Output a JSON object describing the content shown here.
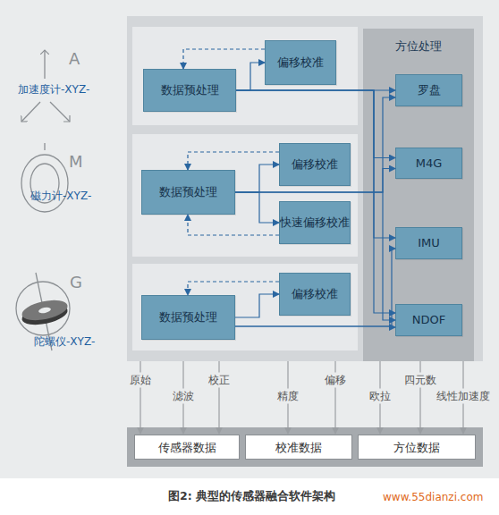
{
  "diagram": {
    "caption": "图2: 典型的传感器融合软件架构",
    "nodes": [
      {
        "text": [
          "数据预处理"
        ]
      },
      {
        "text": [
          "偏移校准"
        ]
      },
      {
        "text": [
          "数据预处理"
        ]
      },
      {
        "text": [
          "偏移校准"
        ]
      },
      {
        "text": [
          "快速偏移校准"
        ]
      },
      {
        "text": [
          "数据预处理"
        ]
      },
      {
        "text": [
          "偏移校准"
        ]
      },
      {
        "text": [
          "方位处理"
        ]
      },
      {
        "text": [
          "罗盘"
        ],
        "in": 7
      },
      {
        "text": [
          "M4G"
        ],
        "in": 7
      },
      {
        "text": [
          "IMU"
        ],
        "in": 7
      },
      {
        "text": [
          "NDOF"
        ],
        "in": 7
      },
      {
        "text": [
          "传感器数据"
        ]
      },
      {
        "text": [
          "校准数据"
        ]
      },
      {
        "text": [
          "方位数据"
        ]
      }
    ],
    "edges": [
      {
        "from": 0,
        "to": 1,
        "arrow": "to"
      },
      {
        "from": 1,
        "to": 0,
        "arrow": "to"
      },
      {
        "from": 0,
        "to": 8,
        "arrow": "to"
      },
      {
        "from": 0,
        "to": 9,
        "arrow": "to"
      },
      {
        "from": 0,
        "to": 10,
        "arrow": "to"
      },
      {
        "from": 0,
        "to": 11,
        "arrow": "to"
      },
      {
        "from": 2,
        "to": 3,
        "arrow": "to"
      },
      {
        "from": 3,
        "to": 2,
        "arrow": "to"
      },
      {
        "from": 2,
        "to": 4,
        "arrow": "to"
      },
      {
        "from": 4,
        "to": 2,
        "arrow": "to"
      },
      {
        "from": 2,
        "to": 8,
        "arrow": "to"
      },
      {
        "from": 2,
        "to": 9,
        "arrow": "to"
      },
      {
        "from": 2,
        "to": 11,
        "arrow": "to"
      },
      {
        "from": 5,
        "to": 6,
        "arrow": "to"
      },
      {
        "from": 6,
        "to": 5,
        "arrow": "to"
      },
      {
        "from": 5,
        "to": 10,
        "arrow": "to"
      },
      {
        "from": 5,
        "to": 11,
        "arrow": "to"
      },
      {
        "from": 7,
        "to": 14,
        "label": "欧拉",
        "arrow": "to"
      },
      {
        "from": 7,
        "to": 14,
        "label": "四元数",
        "arrow": "to"
      },
      {
        "from": 7,
        "to": 14,
        "label": "线性加速度",
        "arrow": "to"
      }
    ],
    "labels": [
      "A",
      "加速度计-XYZ-",
      "M",
      "磁力计-XYZ-",
      "G",
      "陀螺仪-XYZ-",
      "原始",
      "滤波",
      "校正",
      "精度",
      "偏移",
      "www.55dianzi.com"
    ]
  }
}
